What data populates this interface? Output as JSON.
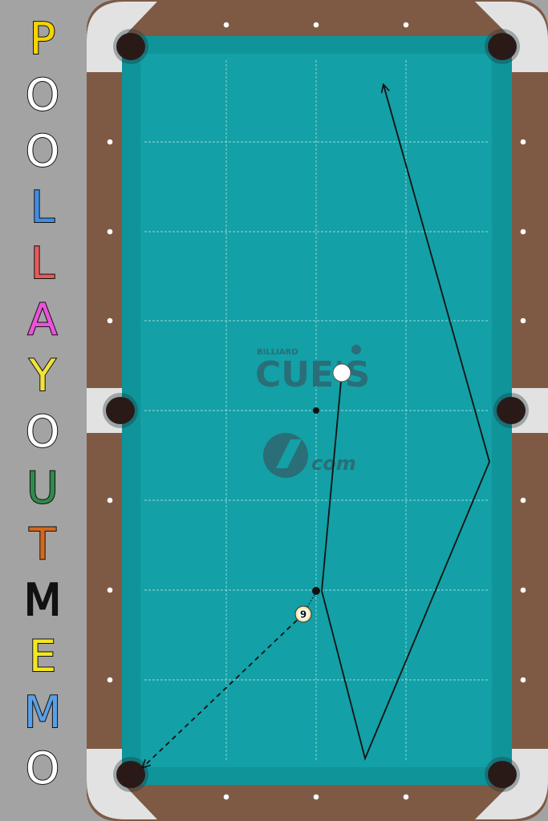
{
  "title": {
    "letters": [
      {
        "char": "P",
        "color": "#f5d400"
      },
      {
        "char": "O",
        "color": "#ffffff"
      },
      {
        "char": "O",
        "color": "#ffffff"
      },
      {
        "char": "L",
        "color": "#3f8fe6"
      },
      {
        "char": "L",
        "color": "#e85a5a"
      },
      {
        "char": "A",
        "color": "#ea52dc"
      },
      {
        "char": "Y",
        "color": "#f2e23a"
      },
      {
        "char": "O",
        "color": "#ffffff"
      },
      {
        "char": "U",
        "color": "#2f8a4a"
      },
      {
        "char": "T",
        "color": "#d2691e"
      },
      {
        "char": "M",
        "color": "#111111"
      },
      {
        "char": "E",
        "color": "#f5e620"
      },
      {
        "char": "M",
        "color": "#5aa0e6"
      },
      {
        "char": "O",
        "color": "#ffffff"
      }
    ]
  },
  "colors": {
    "cloth": "#13a0a6",
    "cushion": "#0f9499",
    "rail": "#7e5a45",
    "corner_cap": "#e2e2e2",
    "pocket": "#2a1a17",
    "diamond": "#ffffff",
    "grid": "#c9eef0",
    "logo": "#2a6e78",
    "cue_ball": "#ffffff",
    "nine_ball": "#f3ecb0",
    "path": "#111111"
  },
  "logo": {
    "top_text": "BILLIARD",
    "main_text": "CUE'S",
    "domain_text": "com"
  },
  "balls": [
    {
      "id": "cue-ball",
      "label": ""
    },
    {
      "id": "nine-ball",
      "label": "9"
    }
  ]
}
